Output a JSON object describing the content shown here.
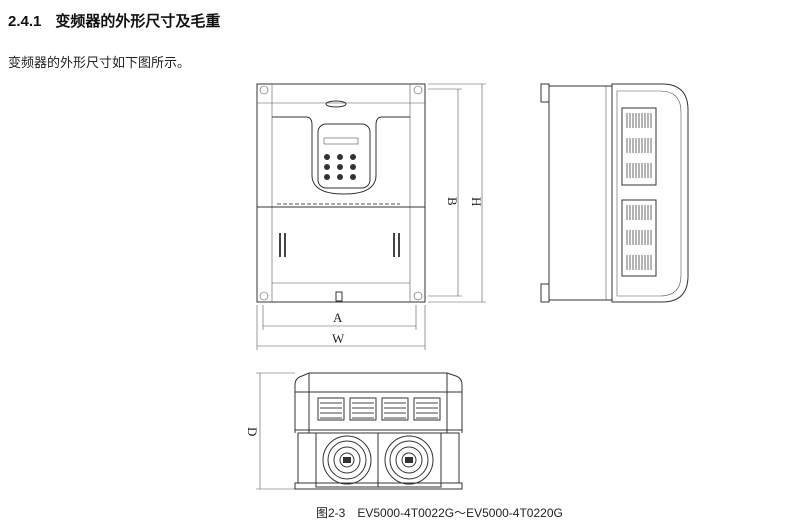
{
  "section": {
    "number": "2.4.1",
    "title": "变频器的外形尺寸及毛重"
  },
  "intro_text": "变频器的外形尺寸如下图所示。",
  "figure": {
    "dimension_labels": {
      "A": "A",
      "B": "B",
      "H": "H",
      "W": "W",
      "D": "D"
    },
    "caption_number": "图2-3",
    "caption_text": "EV5000-4T0022G～EV5000-4T0220G"
  }
}
